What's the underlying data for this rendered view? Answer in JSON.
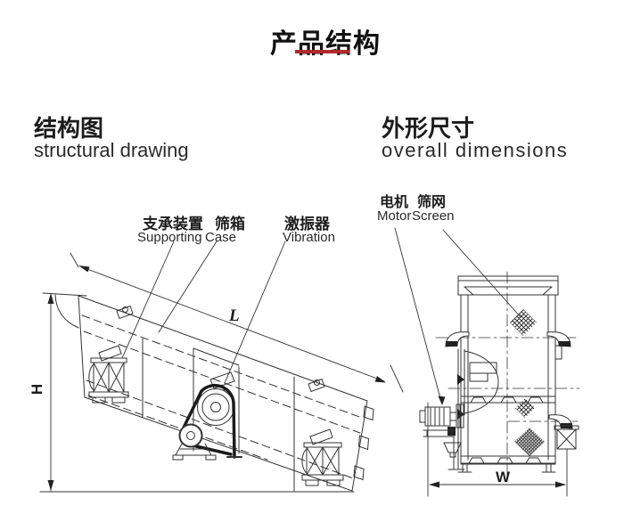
{
  "title": {
    "text": "产品结构"
  },
  "headings": {
    "left": {
      "zh": "结构图",
      "en": "structural drawing"
    },
    "right": {
      "zh": "外形尺寸",
      "en": "overall dimensions"
    }
  },
  "callouts": {
    "supporting": {
      "zh": "支承装置",
      "en": "Supporting"
    },
    "case": {
      "zh": "筛箱",
      "en": "Case"
    },
    "vibration": {
      "zh": "激振器",
      "en": "Vibration"
    },
    "motor": {
      "zh": "电机",
      "en": "Motor"
    },
    "screen": {
      "zh": "筛网",
      "en": "Screen"
    }
  },
  "dimension_labels": {
    "height": "H",
    "length": "L",
    "width": "W"
  },
  "colors": {
    "accent_red": "#b02a2a",
    "line": "#333333",
    "text": "#1c1c1c",
    "background": "#ffffff"
  }
}
